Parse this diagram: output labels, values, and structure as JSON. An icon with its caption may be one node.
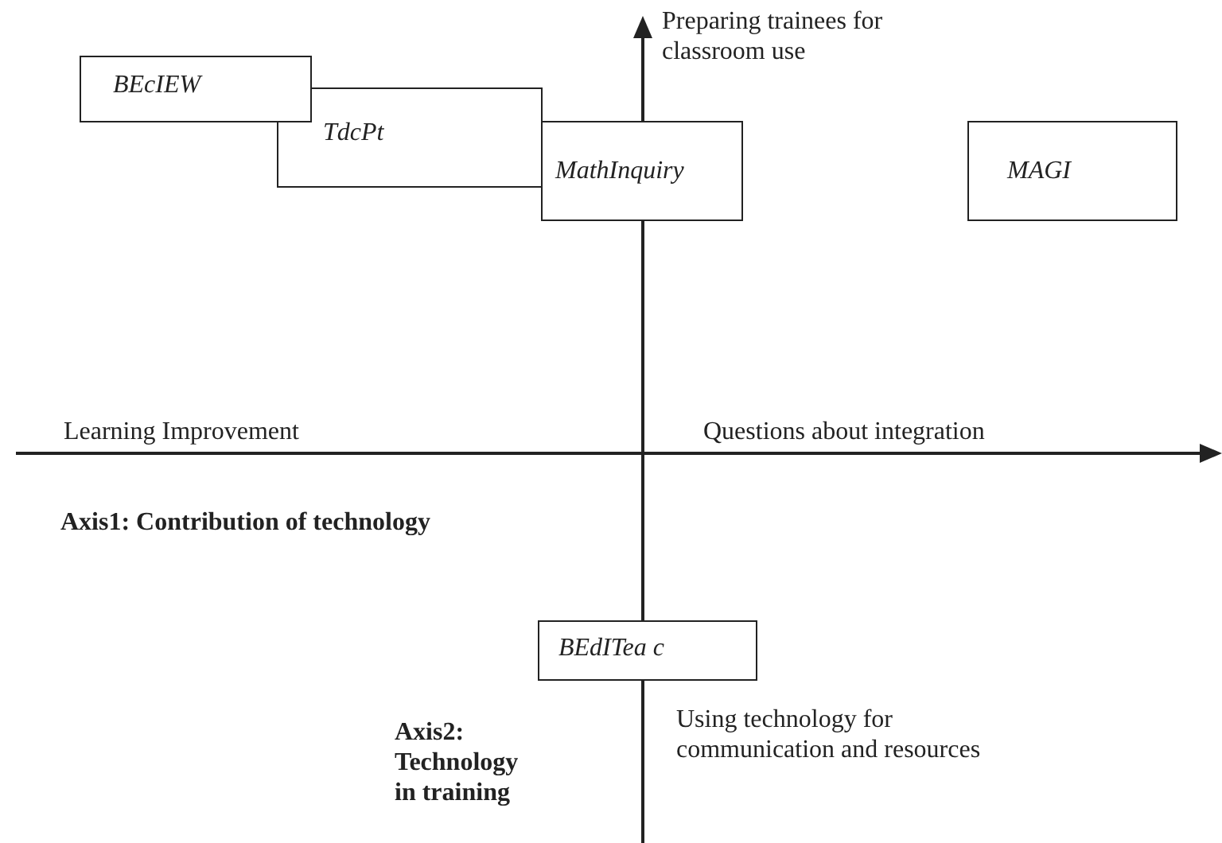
{
  "diagram": {
    "nodes": [
      {
        "text": [
          "BEcIEW"
        ]
      },
      {
        "text": [
          "TdcPt"
        ]
      },
      {
        "text": [
          "MathInquiry"
        ]
      },
      {
        "text": [
          "MAGI"
        ]
      },
      {
        "text": [
          "BEdITea c"
        ]
      }
    ],
    "labels": [
      "Preparing trainees for classroom use",
      "Learning Improvement",
      "Questions about integration",
      "Axis1: Contribution of technology",
      "Axis2: Technology in training",
      "Using technology for communication and resources"
    ]
  }
}
